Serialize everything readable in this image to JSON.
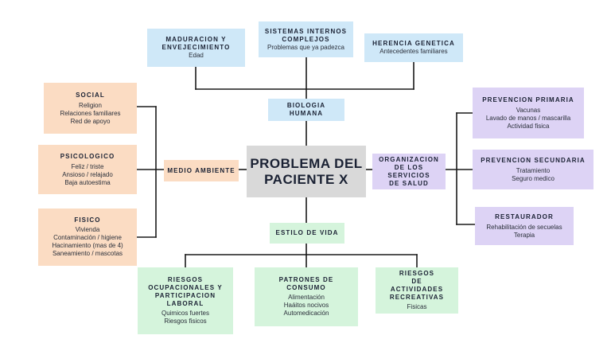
{
  "center": {
    "title_line1": "PROBLEMA DEL",
    "title_line2": "PACIENTE X"
  },
  "biologia": {
    "label_line1": "BIOLOGIA",
    "label_line2": "HUMANA",
    "maduracion": {
      "title_line1": "MADURACION Y",
      "title_line2": "ENVEJECIMIENTO",
      "items": [
        "Edad"
      ]
    },
    "sistemas": {
      "title_line1": "SISTEMAS INTERNOS",
      "title_line2": "COMPLEJOS",
      "items": [
        "Problemas que ya padezca"
      ]
    },
    "herencia": {
      "title": "HERENCIA GENETICA",
      "items": [
        "Antecedentes familiares"
      ]
    }
  },
  "medio": {
    "label": "MEDIO AMBIENTE",
    "social": {
      "title": "SOCIAL",
      "items": [
        "Religion",
        "Relaciones familiares",
        "Red de apoyo"
      ]
    },
    "psicologico": {
      "title": "PSICOLOGICO",
      "items": [
        "Feliz / triste",
        "Ansioso / relajado",
        "Baja autoestima"
      ]
    },
    "fisico": {
      "title": "FISICO",
      "items": [
        "Vivienda",
        "Contaminación / higiene",
        "Hacinamiento (mas de 4)",
        "Saneamiento / mascotas"
      ]
    }
  },
  "organizacion": {
    "label_line1": "ORGANIZACION",
    "label_line2": "DE LOS SERVICIOS",
    "label_line3": "DE SALUD",
    "primaria": {
      "title": "PREVENCION PRIMARIA",
      "items": [
        "Vacunas",
        "Lavado de manos / mascarilla",
        "Actividad fisica"
      ]
    },
    "secundaria": {
      "title": "PREVENCION SECUNDARIA",
      "items": [
        "Tratamiento",
        "Seguro medico"
      ]
    },
    "restaurador": {
      "title": "RESTAURADOR",
      "items": [
        "Rehabilitación de secuelas",
        "Terapia"
      ]
    }
  },
  "estilo": {
    "label": "ESTILO DE VIDA",
    "riesgos_ocup": {
      "title_lines": [
        "RIESGOS",
        "OCUPACIONALES Y",
        "PARTICIPACION",
        "LABORAL"
      ],
      "items": [
        "Quimicos fuertes",
        "Riesgos fisicos"
      ]
    },
    "patrones": {
      "title_lines": [
        "PATRONES DE",
        "CONSUMO"
      ],
      "items": [
        "Alimentación",
        "Haáitos nocivos",
        "Automedicación"
      ]
    },
    "riesgos_act": {
      "title_lines": [
        "RIESGOS",
        "DE",
        "ACTIVIDADES",
        "RECREATIVAS"
      ],
      "items": [
        "Fisicas"
      ]
    }
  },
  "colors": {
    "blue": "#cfe8f8",
    "peach": "#fbdcc3",
    "purple": "#ddd3f5",
    "green": "#d5f4dc",
    "gray": "#d9d9d9",
    "line": "#1a1a1a"
  }
}
